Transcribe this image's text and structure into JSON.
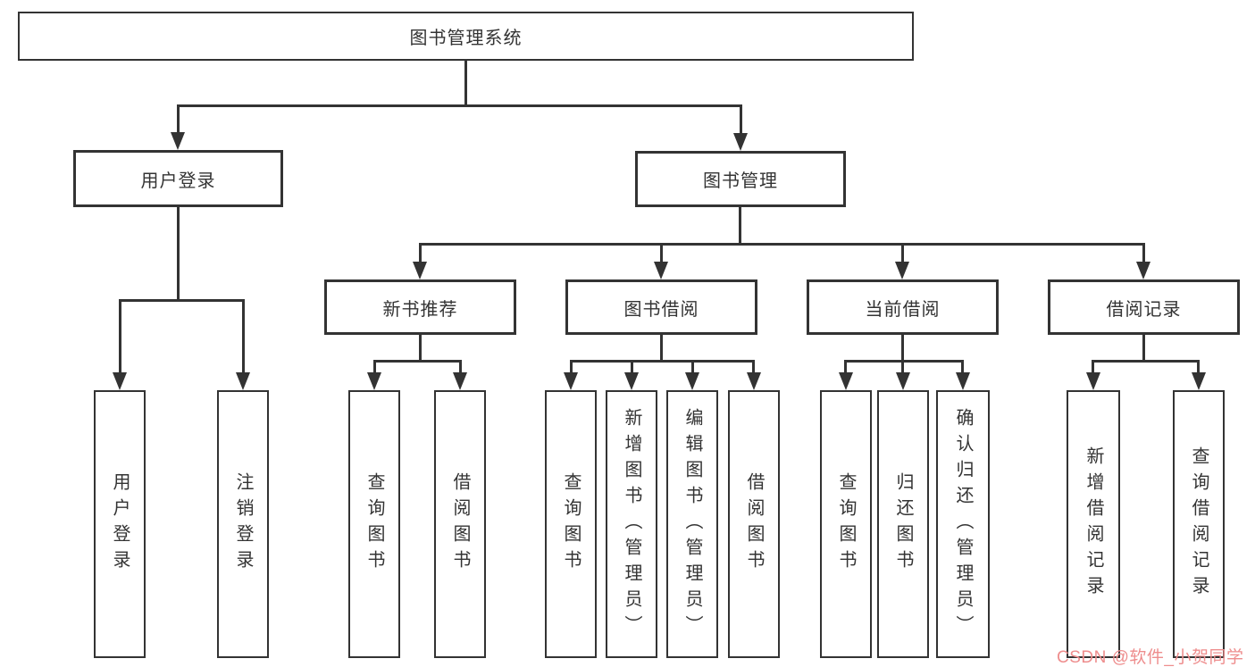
{
  "nodes": {
    "root": "图书管理系统",
    "user_login": "用户登录",
    "book_management": "图书管理",
    "new_book_recommend": "新书推荐",
    "book_borrowing": "图书借阅",
    "current_borrowing": "当前借阅",
    "borrowing_records": "借阅记录"
  },
  "leaf_groups": {
    "user_login": [
      "用户登录",
      "注销登录"
    ],
    "new_book_recommend": [
      "查询图书",
      "借阅图书"
    ],
    "book_borrowing": [
      "查询图书",
      "新增图书（管理员）",
      "编辑图书（管理员）",
      "借阅图书"
    ],
    "current_borrowing": [
      "查询图书",
      "归还图书",
      "确认归还（管理员）"
    ],
    "borrowing_records": [
      "新增借阅记录",
      "查询借阅记录"
    ]
  },
  "watermark": "CSDN @软件_小贺同学",
  "colors": {
    "line": "#333333",
    "text": "#333333",
    "background": "#ffffff",
    "watermark": "#ee8d8d"
  }
}
